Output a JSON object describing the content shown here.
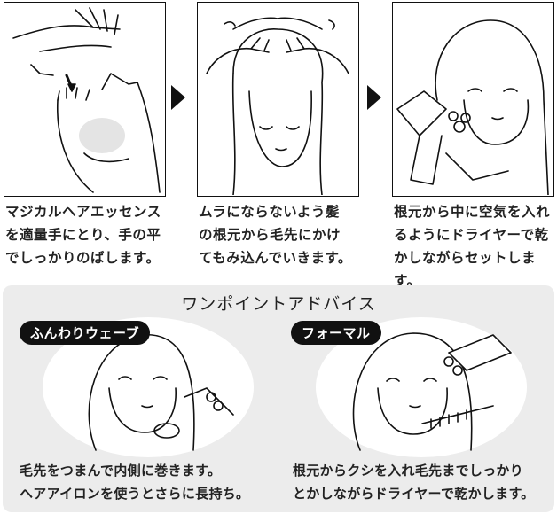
{
  "steps": [
    {
      "text": "マジカルヘアエッセンス\nを適量手にとり、手の平\nでしっかりのばします。"
    },
    {
      "text": "ムラにならないよう髪\nの根元から毛先にかけ\nてもみ込んでいきます。"
    },
    {
      "text": "根元から中に空気を入れ\nるようにドライヤーで乾\nかしながらセットします。"
    }
  ],
  "tips": {
    "title": "ワンポイントアドバイス",
    "items": [
      {
        "badge": "ふんわりウェーブ",
        "text": "毛先をつまんで内側に巻きます。\nヘアアイロンを使うとさらに長持ち。"
      },
      {
        "badge": "フォーマル",
        "text": "根元からクシを入れ毛先までしっかり\nとかしながらドライヤーで乾かします。"
      }
    ]
  }
}
